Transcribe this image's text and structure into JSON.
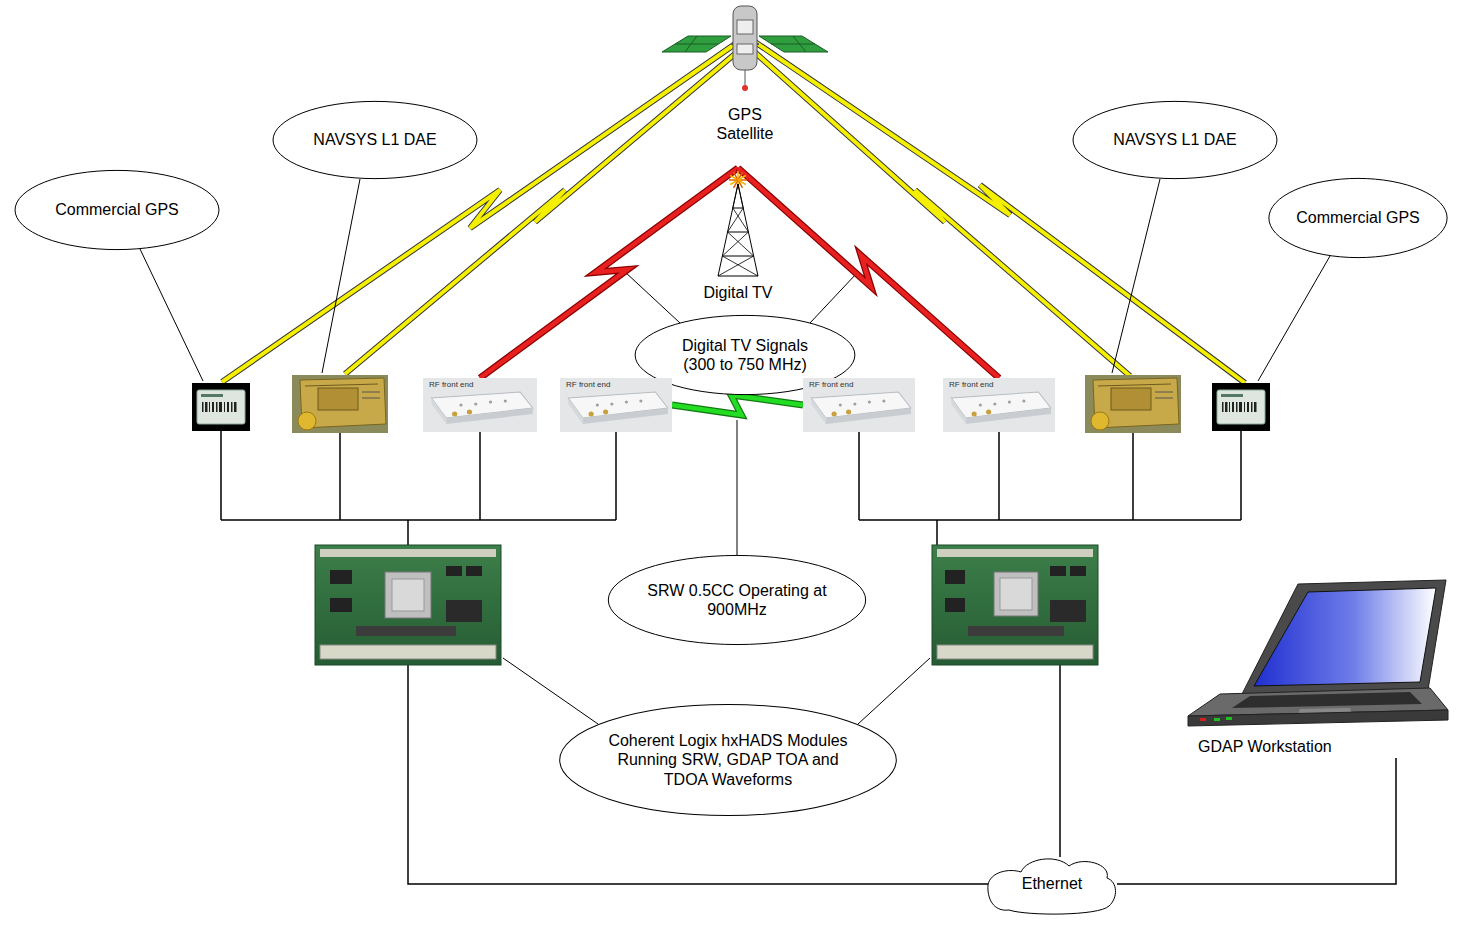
{
  "diagram": {
    "nodes": [
      {
        "text": [
          "GPS Satellite"
        ]
      },
      {
        "text": [
          "Commercial GPS"
        ]
      },
      {
        "text": [
          "NAVSYS L1 DAE"
        ]
      },
      {
        "text": [
          "Digital TV"
        ]
      },
      {
        "text": [
          "NAVSYS L1 DAE"
        ]
      },
      {
        "text": [
          "Commercial GPS"
        ]
      },
      {
        "text": [
          "Digital TV Signals (300 to 750 MHz)"
        ]
      },
      {
        "text": [
          "RF front end"
        ]
      },
      {
        "text": [
          "RF front end"
        ]
      },
      {
        "text": [
          "RF front end"
        ]
      },
      {
        "text": [
          "RF front end"
        ]
      },
      {
        "text": [
          "SRW 0.5CC Operating at 900MHz"
        ]
      },
      {
        "text": [
          "Coherent Logix hxHADS Modules Running SRW, GDAP TOA and TDOA Waveforms"
        ]
      },
      {
        "text": [
          "GDAP Workstation"
        ]
      },
      {
        "text": [
          "Ethernet"
        ]
      }
    ],
    "edges": [
      {
        "from": 3,
        "to": 7,
        "arrow": "none"
      },
      {
        "from": 3,
        "to": 10,
        "arrow": "none"
      },
      {
        "from": 8,
        "to": 9,
        "arrow": "none"
      },
      {
        "from": 14,
        "to": 13,
        "arrow": "none"
      }
    ]
  }
}
